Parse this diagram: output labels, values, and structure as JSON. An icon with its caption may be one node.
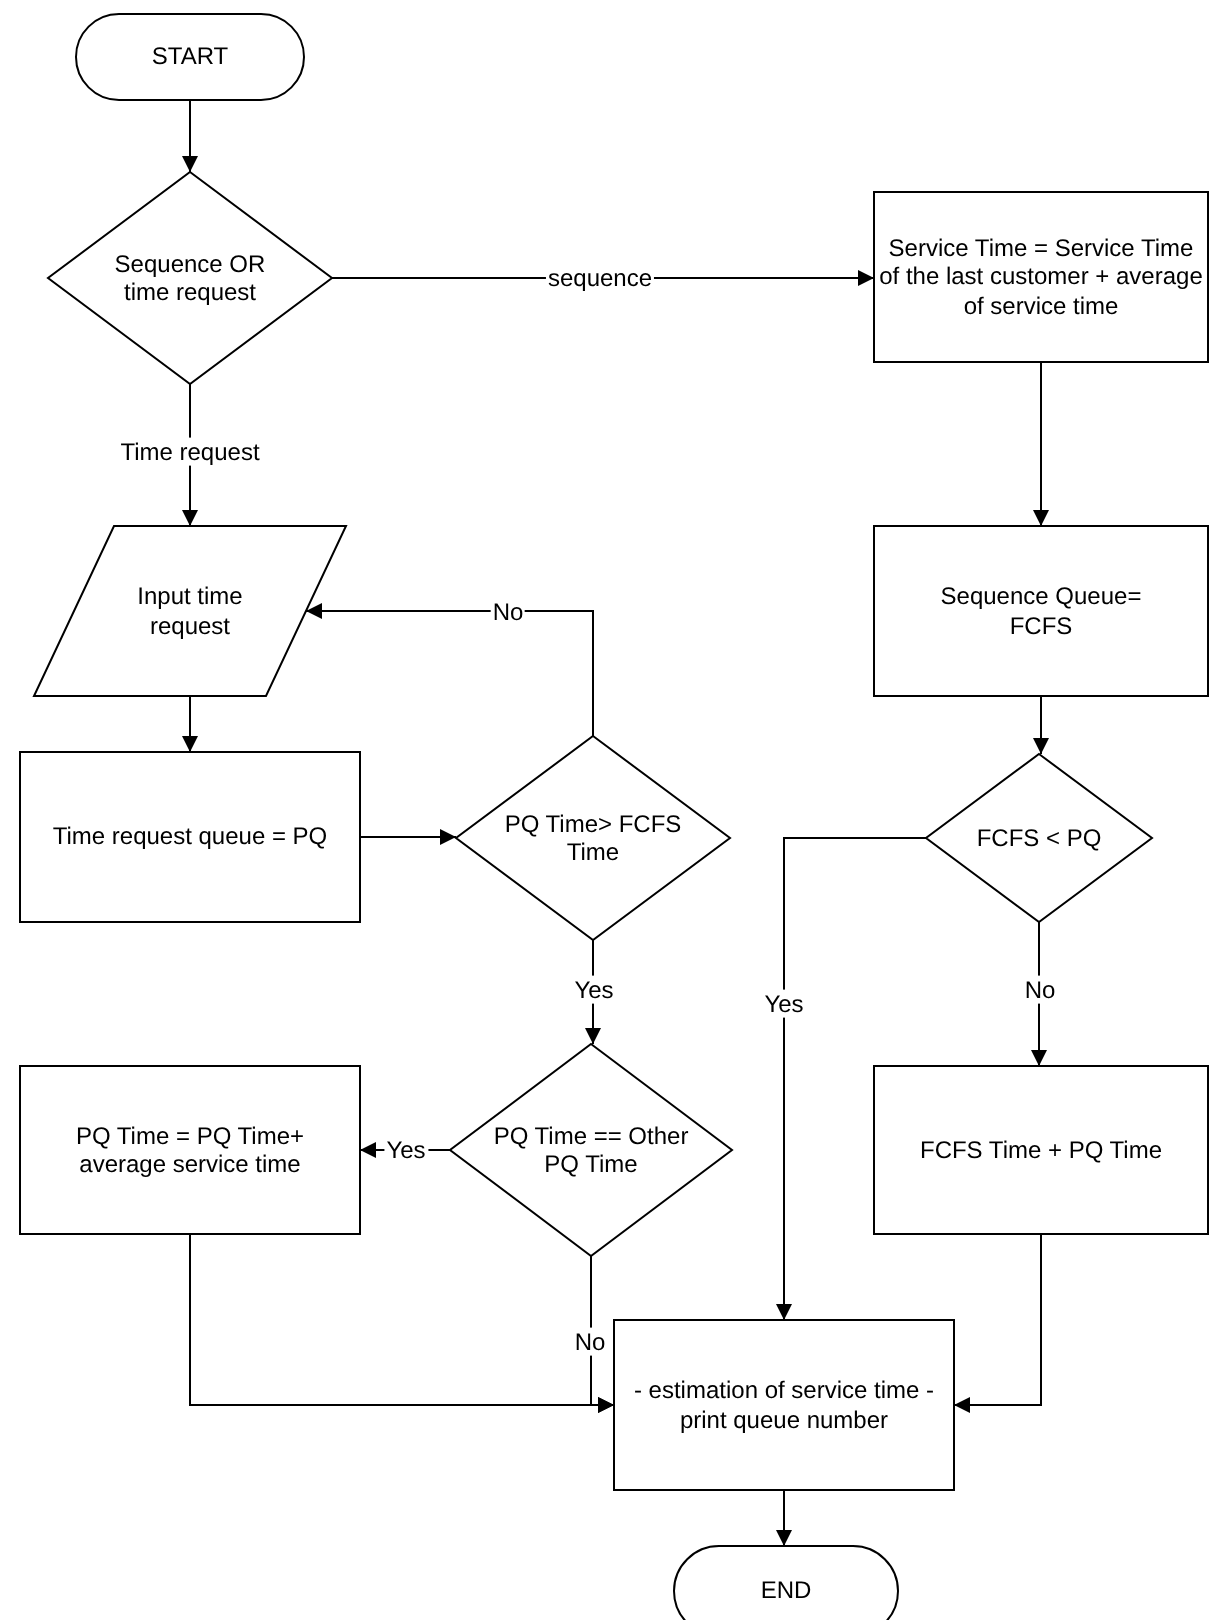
{
  "diagram": {
    "nodes": [
      {
        "text": [
          "START"
        ]
      },
      {
        "text": [
          "Sequence OR time request"
        ]
      },
      {
        "text": [
          "Service Time = Service Time of the last customer + average of service time"
        ]
      },
      {
        "text": [
          "Input time request"
        ]
      },
      {
        "text": [
          "Sequence Queue= FCFS"
        ]
      },
      {
        "text": [
          "Time request queue = PQ"
        ]
      },
      {
        "text": [
          "PQ Time> FCFS Time"
        ]
      },
      {
        "text": [
          "FCFS < PQ"
        ]
      },
      {
        "text": [
          "PQ Time = PQ Time+ average service time"
        ]
      },
      {
        "text": [
          "PQ Time == Other PQ Time"
        ]
      },
      {
        "text": [
          "FCFS Time + PQ Time"
        ]
      },
      {
        "text": [
          "- estimation of service time - print queue number"
        ]
      },
      {
        "text": [
          "END"
        ]
      }
    ],
    "edges": [
      {
        "from": 0,
        "to": 1,
        "arrow": "to"
      },
      {
        "from": 1,
        "to": 2,
        "arrow": "to",
        "label": "sequence"
      },
      {
        "from": 1,
        "to": 3,
        "arrow": "to",
        "label": "Time request"
      },
      {
        "from": 2,
        "to": 4,
        "arrow": "to"
      },
      {
        "from": 3,
        "to": 5,
        "arrow": "to"
      },
      {
        "from": 4,
        "to": 7,
        "arrow": "to"
      },
      {
        "from": 5,
        "to": 6,
        "arrow": "to"
      },
      {
        "from": 6,
        "to": 3,
        "arrow": "to",
        "label": "No"
      },
      {
        "from": 6,
        "to": 9,
        "arrow": "to",
        "label": "Yes"
      },
      {
        "from": 7,
        "to": 11,
        "arrow": "to",
        "label": "Yes"
      },
      {
        "from": 7,
        "to": 10,
        "arrow": "to",
        "label": "No"
      },
      {
        "from": 9,
        "to": 8,
        "arrow": "to",
        "label": "Yes"
      },
      {
        "from": 9,
        "to": 11,
        "arrow": "to",
        "label": "No"
      },
      {
        "from": 8,
        "to": 11,
        "arrow": "to"
      },
      {
        "from": 10,
        "to": 11,
        "arrow": "to"
      },
      {
        "from": 11,
        "to": 12,
        "arrow": "to"
      }
    ]
  }
}
